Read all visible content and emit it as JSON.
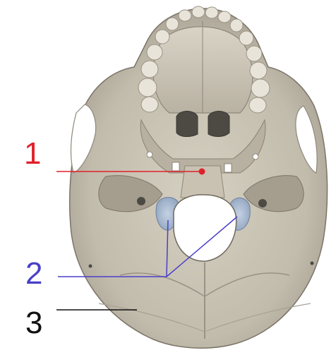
{
  "labels": [
    {
      "number": "1",
      "color": "#e0202a"
    },
    {
      "number": "2",
      "color": "#4a3fc8"
    },
    {
      "number": "3",
      "color": "#111111"
    }
  ],
  "colors": {
    "bone": "#c9c3b4",
    "bone_dark": "#8e877a",
    "bone_light": "#e4dfd3",
    "foramen_magnum": "#ffffff",
    "condyle_blue": "#9fb2cc",
    "background": "#ffffff"
  },
  "icons": [
    "skull-base-illustration"
  ]
}
